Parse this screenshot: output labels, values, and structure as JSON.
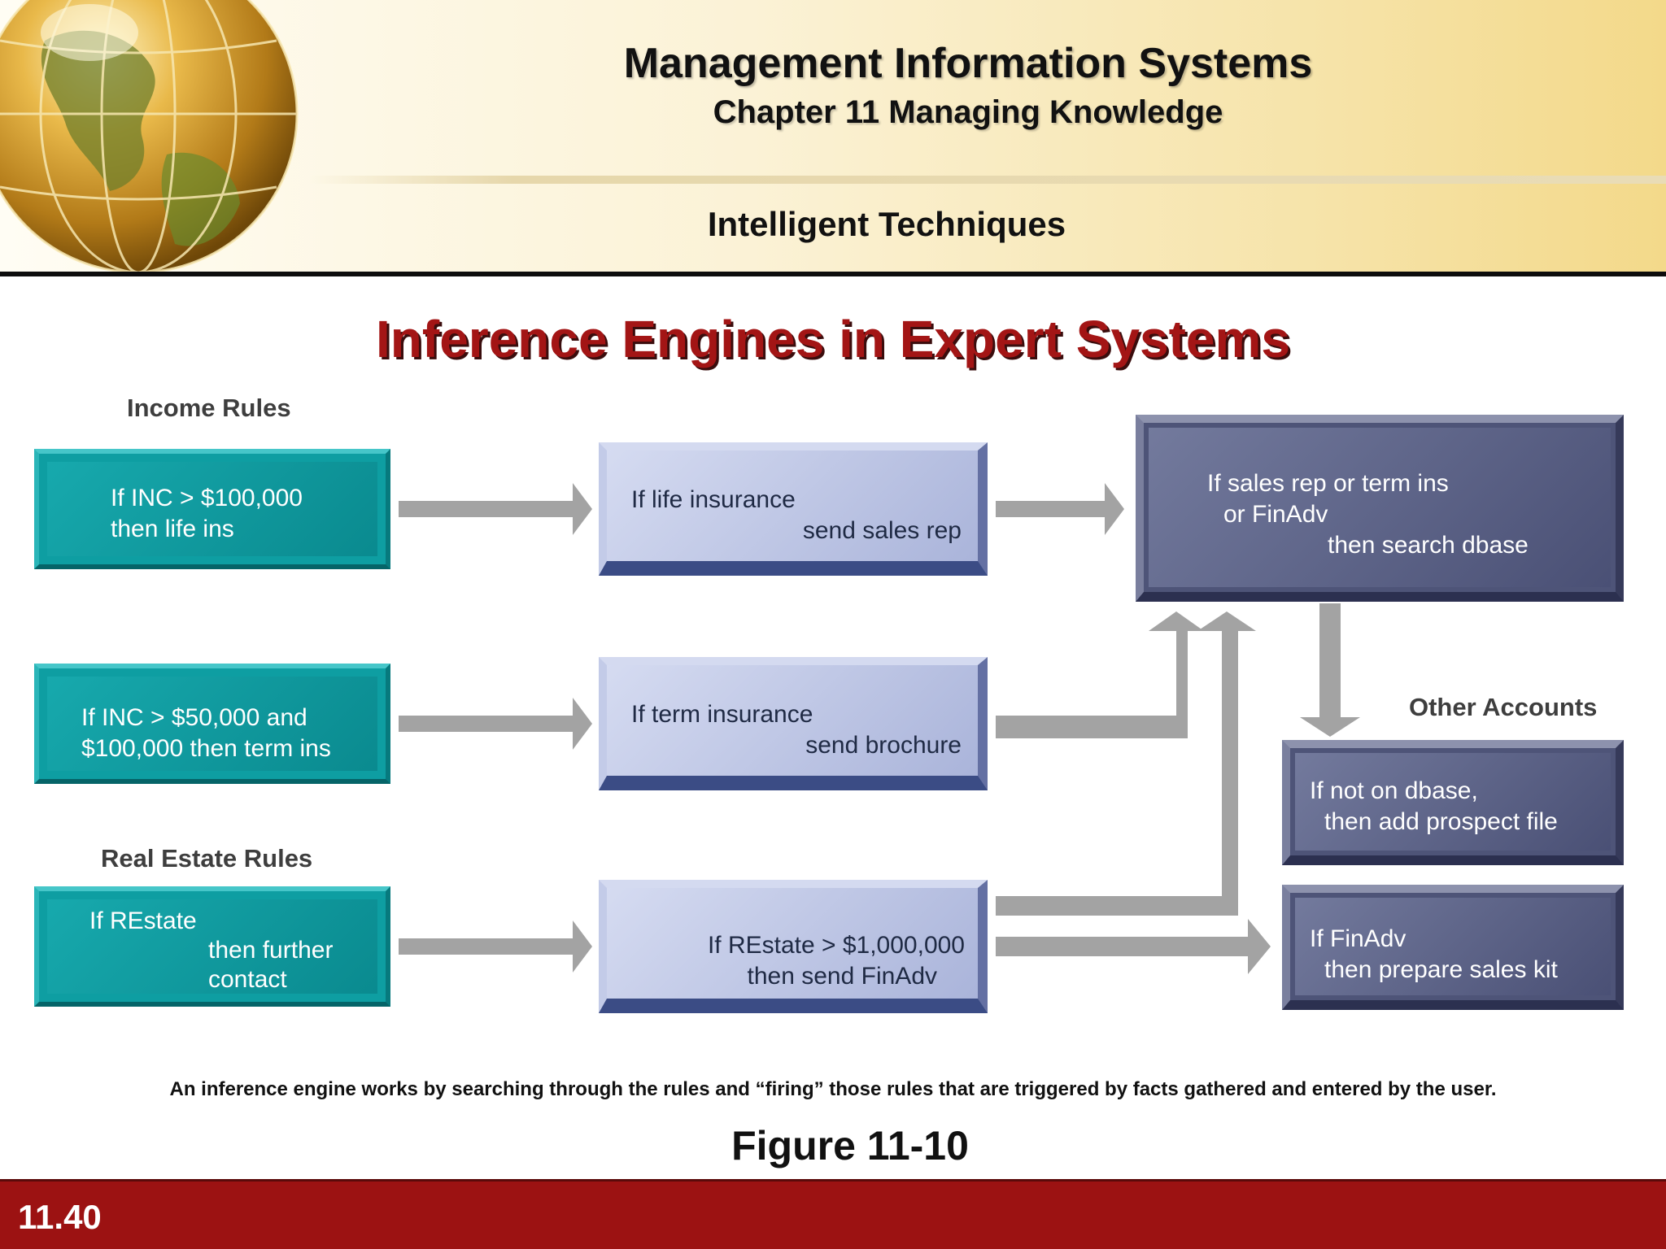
{
  "header": {
    "course_title": "Management Information Systems",
    "chapter_title": "Chapter 11 Managing Knowledge",
    "section_title": "Intelligent Techniques"
  },
  "slide": {
    "title": "Inference Engines in Expert Systems",
    "caption": "An inference engine works by searching through the rules and “firing” those rules that are triggered by facts gathered and entered by the user.",
    "figure_label": "Figure 11-10",
    "slide_number": "11.40"
  },
  "diagram": {
    "group_labels": {
      "income_rules": "Income Rules",
      "real_estate_rules": "Real Estate Rules",
      "other_accounts": "Other Accounts"
    },
    "rules": {
      "income_high": [
        "If INC > $100,000",
        "then life ins"
      ],
      "income_mid": [
        "If INC > $50,000 and",
        "$100,000 then term ins"
      ],
      "real_estate": [
        "If REstate",
        "then further",
        "contact"
      ],
      "life_insurance": [
        "If life insurance",
        "send sales rep"
      ],
      "term_insurance": [
        "If term insurance",
        "send brochure"
      ],
      "restate_high": [
        "If REstate > $1,000,000",
        "then send FinAdv"
      ],
      "search_dbase": [
        "If sales rep or term ins",
        "or FinAdv",
        "then search dbase"
      ],
      "prospect_file": [
        "If not on dbase,",
        "then add prospect file"
      ],
      "sales_kit": [
        "If FinAdv",
        "then prepare sales kit"
      ]
    },
    "colors": {
      "teal": "#0e9ea2",
      "lavender": "#aab4d8",
      "slate": "#4e5478",
      "arrow": "#a3a3a3",
      "title_red": "#a31515",
      "footer_red": "#9c1212"
    }
  }
}
